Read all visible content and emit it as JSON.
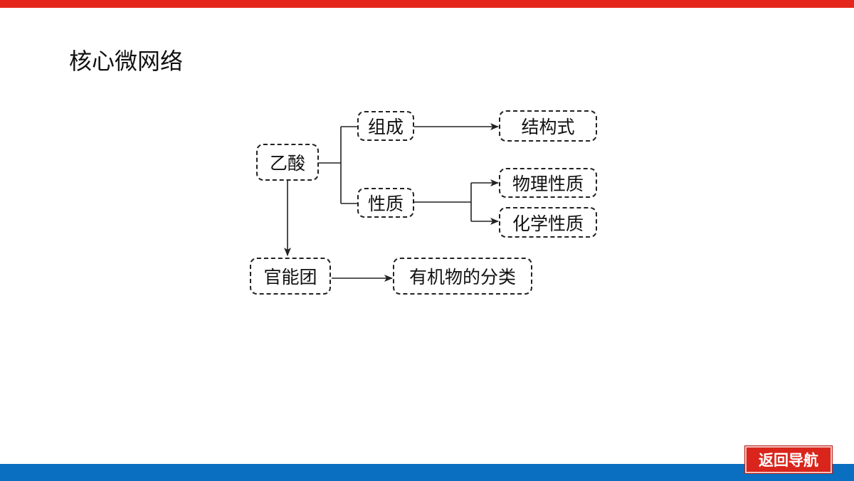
{
  "page": {
    "title": "核心微网络"
  },
  "colors": {
    "top_bar": "#e5261c",
    "bottom_bar": "#0a6fc0",
    "nav_button_bg": "#d9251b",
    "line": "#222222"
  },
  "diagram": {
    "nodes": {
      "acetic_acid": "乙酸",
      "composition": "组成",
      "structural_formula": "结构式",
      "properties": "性质",
      "physical_properties": "物理性质",
      "chemical_properties": "化学性质",
      "functional_group": "官能团",
      "organic_classification": "有机物的分类"
    }
  },
  "navigation": {
    "back_label": "返回导航"
  }
}
